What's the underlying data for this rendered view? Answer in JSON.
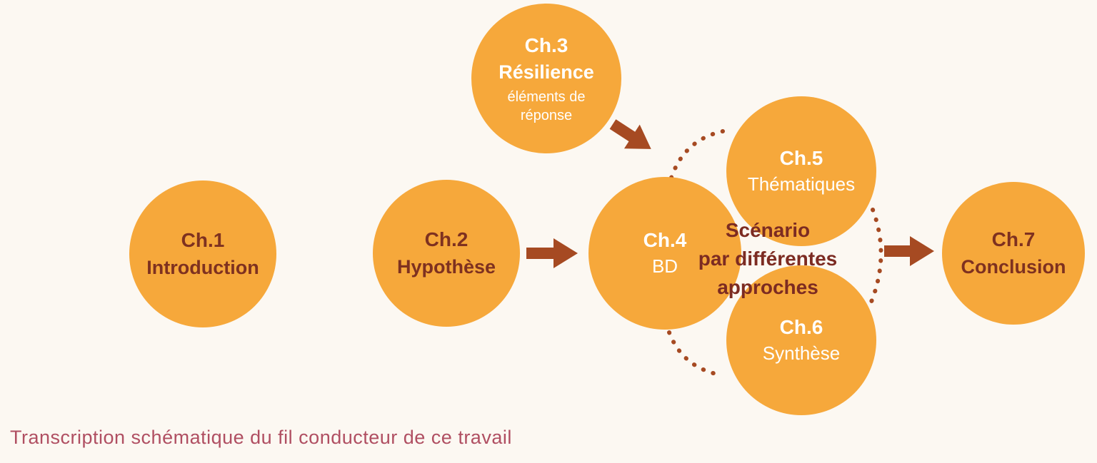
{
  "diagram": {
    "caption": "Transcription schématique du fil conducteur de ce travail",
    "center_label": {
      "text": "Scénario\npar différentes\napproches"
    },
    "colors": {
      "background": "#fcf8f2",
      "circle": "#f6a83b",
      "arrow": "#a64a22",
      "dark_text": "#7e3120",
      "light_text": "#ffffff",
      "center_text": "#7c2b22",
      "caption_text": "#b04f62"
    },
    "nodes": [
      {
        "id": "ch1",
        "title": "Ch.1",
        "label": "Introduction"
      },
      {
        "id": "ch2",
        "title": "Ch.2",
        "label": "Hypothèse"
      },
      {
        "id": "ch3",
        "title": "Ch.3",
        "label": "Résilience",
        "sublabel": "éléments de\nréponse"
      },
      {
        "id": "ch4",
        "title": "Ch.4",
        "label": "BD"
      },
      {
        "id": "ch5",
        "title": "Ch.5",
        "label": "Thématiques"
      },
      {
        "id": "ch6",
        "title": "Ch.6",
        "label": "Synthèse"
      },
      {
        "id": "ch7",
        "title": "Ch.7",
        "label": "Conclusion"
      }
    ]
  }
}
